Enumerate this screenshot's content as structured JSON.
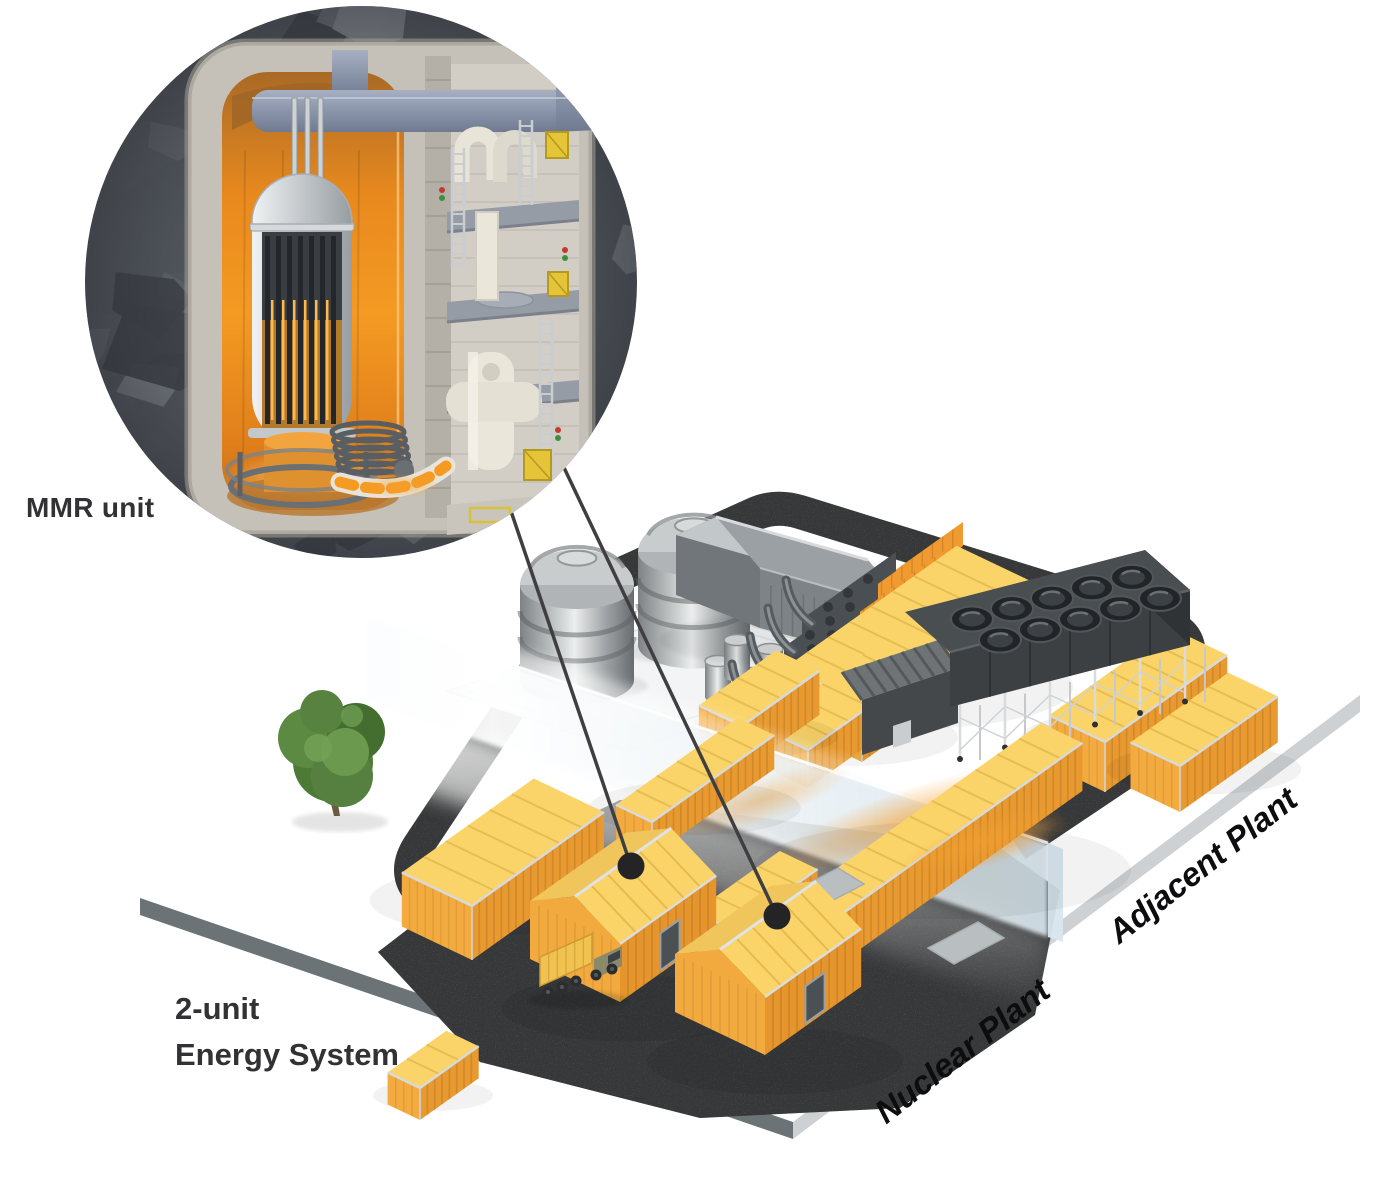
{
  "inset": {
    "label": "MMR unit"
  },
  "site": {
    "caption_line1": "2-unit",
    "caption_line2": "Energy System",
    "area_labels": {
      "near": "Nuclear Plant",
      "far": "Adjacent Plant"
    }
  },
  "colors": {
    "label-dark": "#323234",
    "label-black": "#0d0d0f",
    "accent-yellow-roof": "#fbd469",
    "accent-orange-wall": "#f0a23a",
    "asphalt": "#6e7072",
    "platform-side-dark": "#6c7377",
    "platform-side-light": "#cdd1d3",
    "glass-wall": "#d6e4ec",
    "reactor-orange": "#ee8d1e",
    "rock-gray": "#565b62",
    "callout-line": "#3f3f41"
  }
}
